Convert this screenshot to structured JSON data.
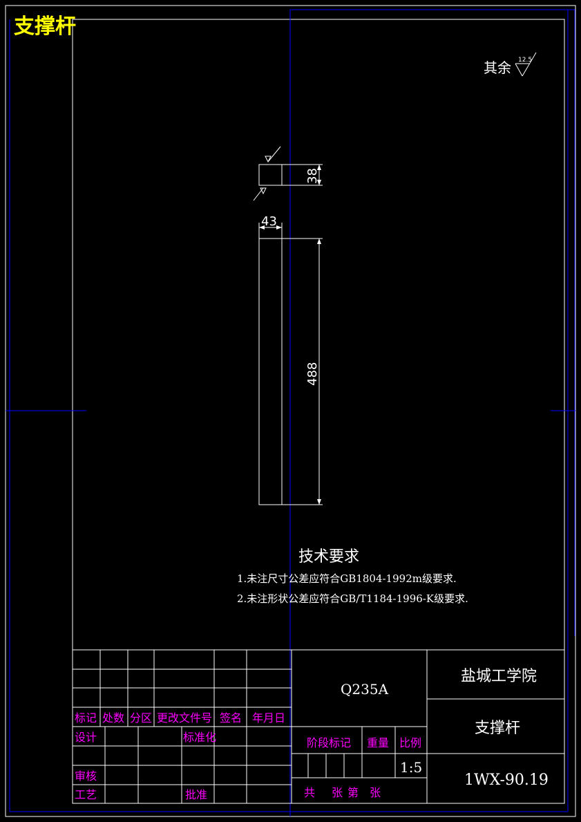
{
  "drawing_title": "支撑杆",
  "roughness": {
    "label": "其余",
    "value": "12.5"
  },
  "part": {
    "dimensions": {
      "width": "43",
      "thickness": "38",
      "length": "488"
    }
  },
  "tech_requirements": {
    "heading": "技术要求",
    "items": [
      "1.未注尺寸公差应符合GB1804-1992m级要求.",
      "2.未注形状公差应符合GB/T1184-1996-K级要求."
    ]
  },
  "title_block": {
    "material": "Q235A",
    "school": "盐城工学院",
    "part_name": "支撑杆",
    "drawing_no": "1WX-90.19",
    "scale": "1:5",
    "revision_headers": [
      "标记",
      "处数",
      "分区",
      "更改文件号",
      "签名",
      "年月日"
    ],
    "design": "设计",
    "standardize": "标准化",
    "review": "审核",
    "process": "工艺",
    "approve": "批准",
    "stage_mark": "阶段标记",
    "weight": "重量",
    "ratio": "比例",
    "sheet_total": "共",
    "sheet_unit": "张",
    "sheet_no": "第",
    "sheet_unit2": "张"
  },
  "colors": {
    "background": "#000000",
    "outline": "#ffffff",
    "frame": "#0000ff",
    "label": "#ff00ff",
    "title": "#ffff00"
  }
}
